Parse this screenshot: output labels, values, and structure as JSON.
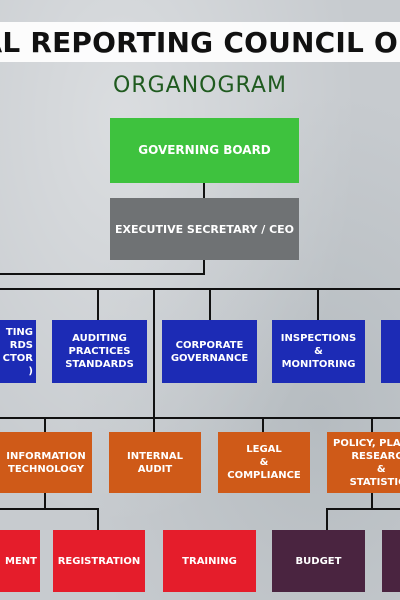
{
  "org_title": "CIAL REPORTING COUNCIL OF N",
  "subtitle": "ORGANOGRAM",
  "colors": {
    "background": "#c7cbcf",
    "governing_board": "#3ec23e",
    "executive": "#6f7274",
    "department": "#1c2bb5",
    "unit": "#cf5a18",
    "section_red": "#e51d2b",
    "section_purple": "#4a2440",
    "line": "#111111"
  },
  "boxes": {
    "governing_board": "GOVERNING BOARD",
    "executive": "EXECUTIVE SECRETARY / CEO",
    "departments": [
      "TING\nRDS\nCTOR )",
      "AUDITING PRACTICES\nSTANDARDS",
      "CORPORATE\nGOVERNANCE",
      "INSPECTIONS\n&\nMONITORING",
      ""
    ],
    "units": [
      "INFORMATION\nTECHNOLOGY",
      "INTERNAL AUDIT",
      "LEGAL\n&\nCOMPLIANCE",
      "POLICY, PLANNIN\nRESEARCH\n&\nSTATISTICS"
    ],
    "sections": [
      "MENT",
      "REGISTRATION",
      "TRAINING",
      "BUDGET",
      ""
    ]
  }
}
